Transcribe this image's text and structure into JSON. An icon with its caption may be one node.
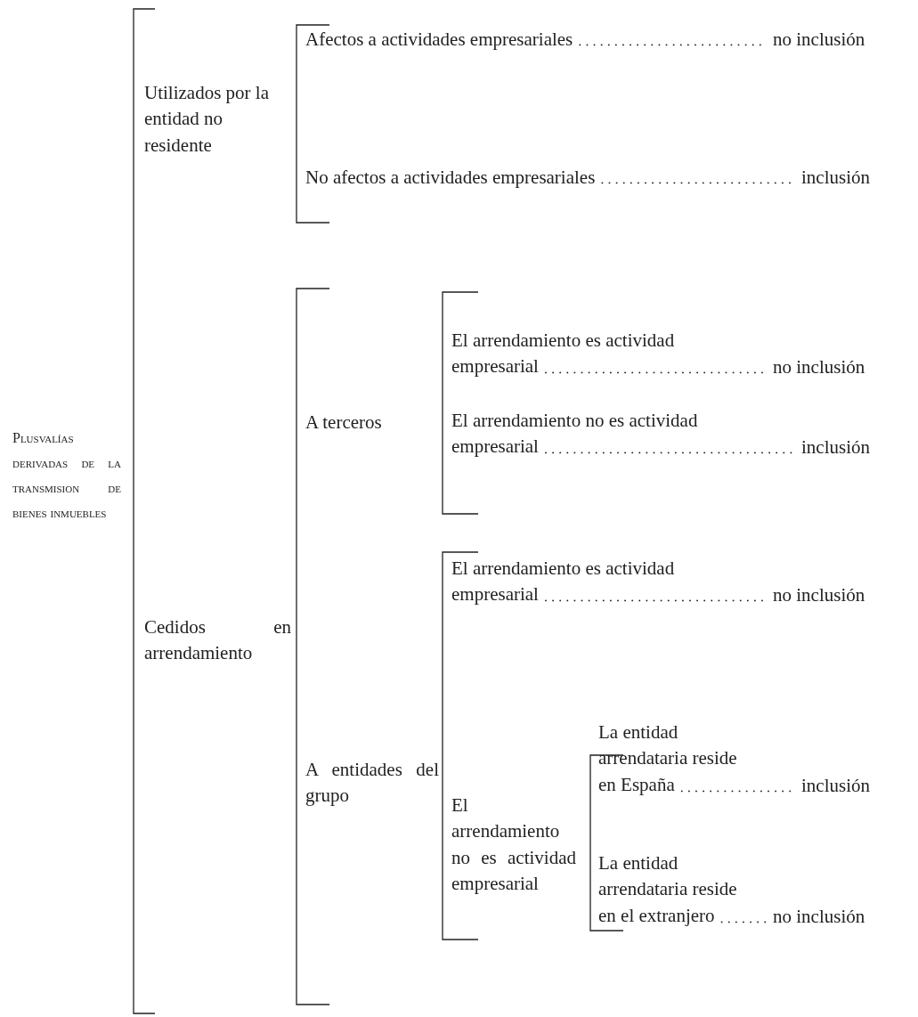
{
  "diagram": {
    "nodes": [
      {
        "text": [
          "Plusvalías derivadas de la transmision de bienes inmuebles"
        ]
      },
      {
        "text": [
          "Utilizados por la entidad no residente"
        ]
      },
      {
        "text": [
          "Afectos a actividades empresariales"
        ]
      },
      {
        "text": [
          "no inclusión"
        ]
      },
      {
        "text": [
          "No afectos a actividades empresariales"
        ]
      },
      {
        "text": [
          "inclusión"
        ]
      },
      {
        "text": [
          "Cedidos en arrendamiento"
        ]
      },
      {
        "text": [
          "A terceros"
        ]
      },
      {
        "text": [
          "El arrendamiento es actividad empresarial"
        ]
      },
      {
        "text": [
          "no inclusión"
        ]
      },
      {
        "text": [
          "El arrendamiento no es actividad empresarial"
        ]
      },
      {
        "text": [
          "inclusión"
        ]
      },
      {
        "text": [
          "A entidades del grupo"
        ]
      },
      {
        "text": [
          "El arrendamiento es actividad empresarial"
        ]
      },
      {
        "text": [
          "no inclusión"
        ]
      },
      {
        "text": [
          "El arrendamiento no es actividad empresarial"
        ]
      },
      {
        "text": [
          "La entidad arrendataria reside en España"
        ]
      },
      {
        "text": [
          "inclusión"
        ]
      },
      {
        "text": [
          "La entidad arrendataria reside en el extranjero"
        ]
      },
      {
        "text": [
          "no inclusión"
        ]
      }
    ],
    "edges": [
      {
        "from": 2,
        "to": 3,
        "arrow": "none",
        "style": "dashed"
      },
      {
        "from": 4,
        "to": 5,
        "arrow": "none",
        "style": "dashed"
      },
      {
        "from": 8,
        "to": 9,
        "arrow": "none",
        "style": "dashed"
      },
      {
        "from": 10,
        "to": 11,
        "arrow": "none",
        "style": "dashed"
      },
      {
        "from": 13,
        "to": 14,
        "arrow": "none",
        "style": "dashed"
      },
      {
        "from": 16,
        "to": 17,
        "arrow": "none",
        "style": "dashed"
      },
      {
        "from": 18,
        "to": 19,
        "arrow": "none",
        "style": "dashed"
      }
    ]
  }
}
